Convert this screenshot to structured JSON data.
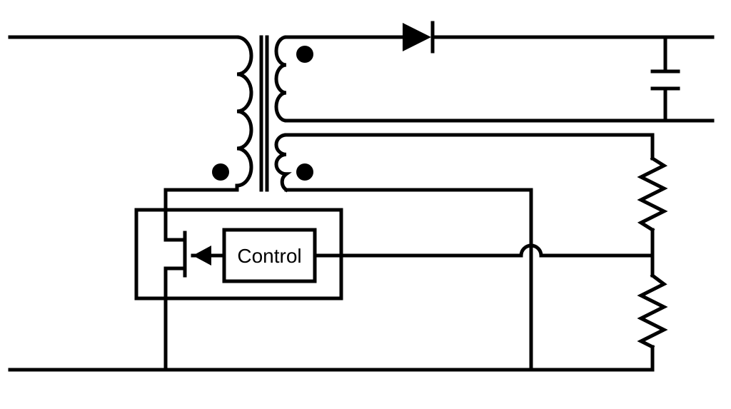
{
  "diagram": {
    "type": "flyback-converter-schematic",
    "control_block": {
      "label": "Control"
    },
    "components": [
      "transformer-primary",
      "transformer-secondary",
      "transformer-auxiliary",
      "diode",
      "capacitor",
      "resistor-upper",
      "resistor-lower",
      "switch-mosfet",
      "control-block"
    ]
  }
}
